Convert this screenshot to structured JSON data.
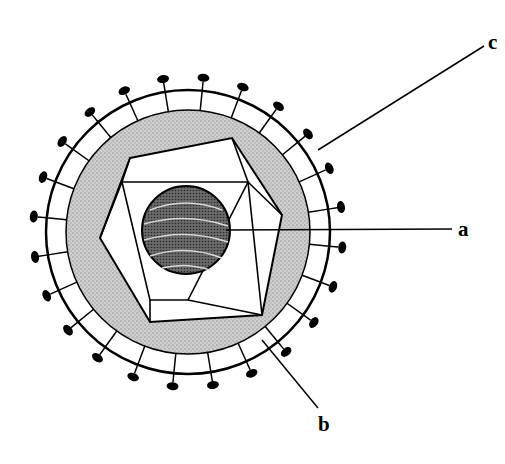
{
  "diagram": {
    "labels": [
      "c",
      "a",
      "b"
    ]
  }
}
